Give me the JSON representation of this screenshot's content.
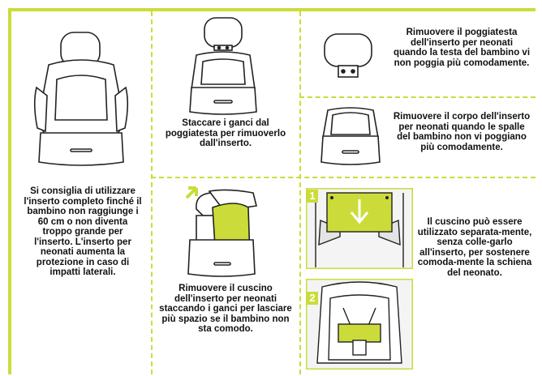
{
  "colors": {
    "accent": "#cbdc3a",
    "text": "#111111"
  },
  "panels": {
    "main": {
      "text": "Si consiglia di utilizzare l'inserto completo finché il bambino non raggiunge i 60 cm o non diventa troppo grande per l'inserto. L'inserto per neonati aumenta la protezione in caso di impatti laterali."
    },
    "unhook_headrest": {
      "text": "Staccare i ganci dal poggiatesta per rimuoverlo dall'inserto."
    },
    "remove_headrest": {
      "text": "Rimuovere il poggiatesta dell'inserto per neonati quando la testa del bambino vi non poggia più comodamente."
    },
    "remove_body": {
      "text": "Rimuovere il corpo dell'inserto per neonati quando le spalle del bambino non vi poggiano più comodamente."
    },
    "remove_cushion": {
      "text": "Rimuovere il cuscino dell'inserto per neonati staccando i ganci per lasciare più spazio se il bambino non sta comodo."
    },
    "cushion_separate": {
      "text": "Il cuscino può essere utilizzato separata-mente, senza colle-garlo all'inserto, per sostenere comoda-mente la schiena del neonato.",
      "step1": "1",
      "step2": "2"
    }
  },
  "icons": {
    "full_insert": "seat-insert-full-icon",
    "insert_headrest": "seat-insert-with-headrest-icon",
    "headrest": "headrest-icon",
    "body": "insert-body-icon",
    "cushion": "cushion-removal-icon",
    "step_arrow": "arrow-down-icon"
  }
}
